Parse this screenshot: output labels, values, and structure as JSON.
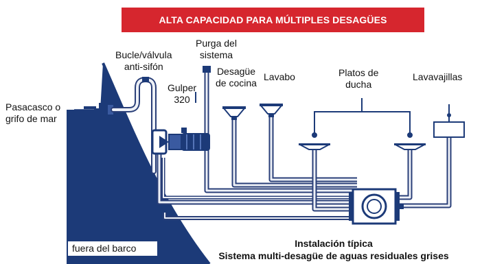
{
  "banner": {
    "title": "ALTA CAPACIDAD PARA MÚLTIPLES DESAGÜES"
  },
  "labels": {
    "seacock": "Pasacasco o\ngrifo de mar",
    "anti_siphon": "Bucle/válvula\nanti-sifón",
    "pump": "Gulper\n320",
    "purge": "Purga del\nsistema",
    "kitchen_drain": "Desagüe\nde cocina",
    "sink": "Lavabo",
    "shower_trays": "Platos de\nducha",
    "dishwasher": "Lavavajillas",
    "outside": "fuera del barco"
  },
  "caption": {
    "line1": "Instalación típica",
    "line2": "Sistema multi-desagüe de aguas residuales grises"
  },
  "colors": {
    "banner": "#d6262e",
    "hull": "#1c3a78",
    "pipe_stroke": "#2a3f78",
    "pipe_fill": "#eef1f7"
  }
}
